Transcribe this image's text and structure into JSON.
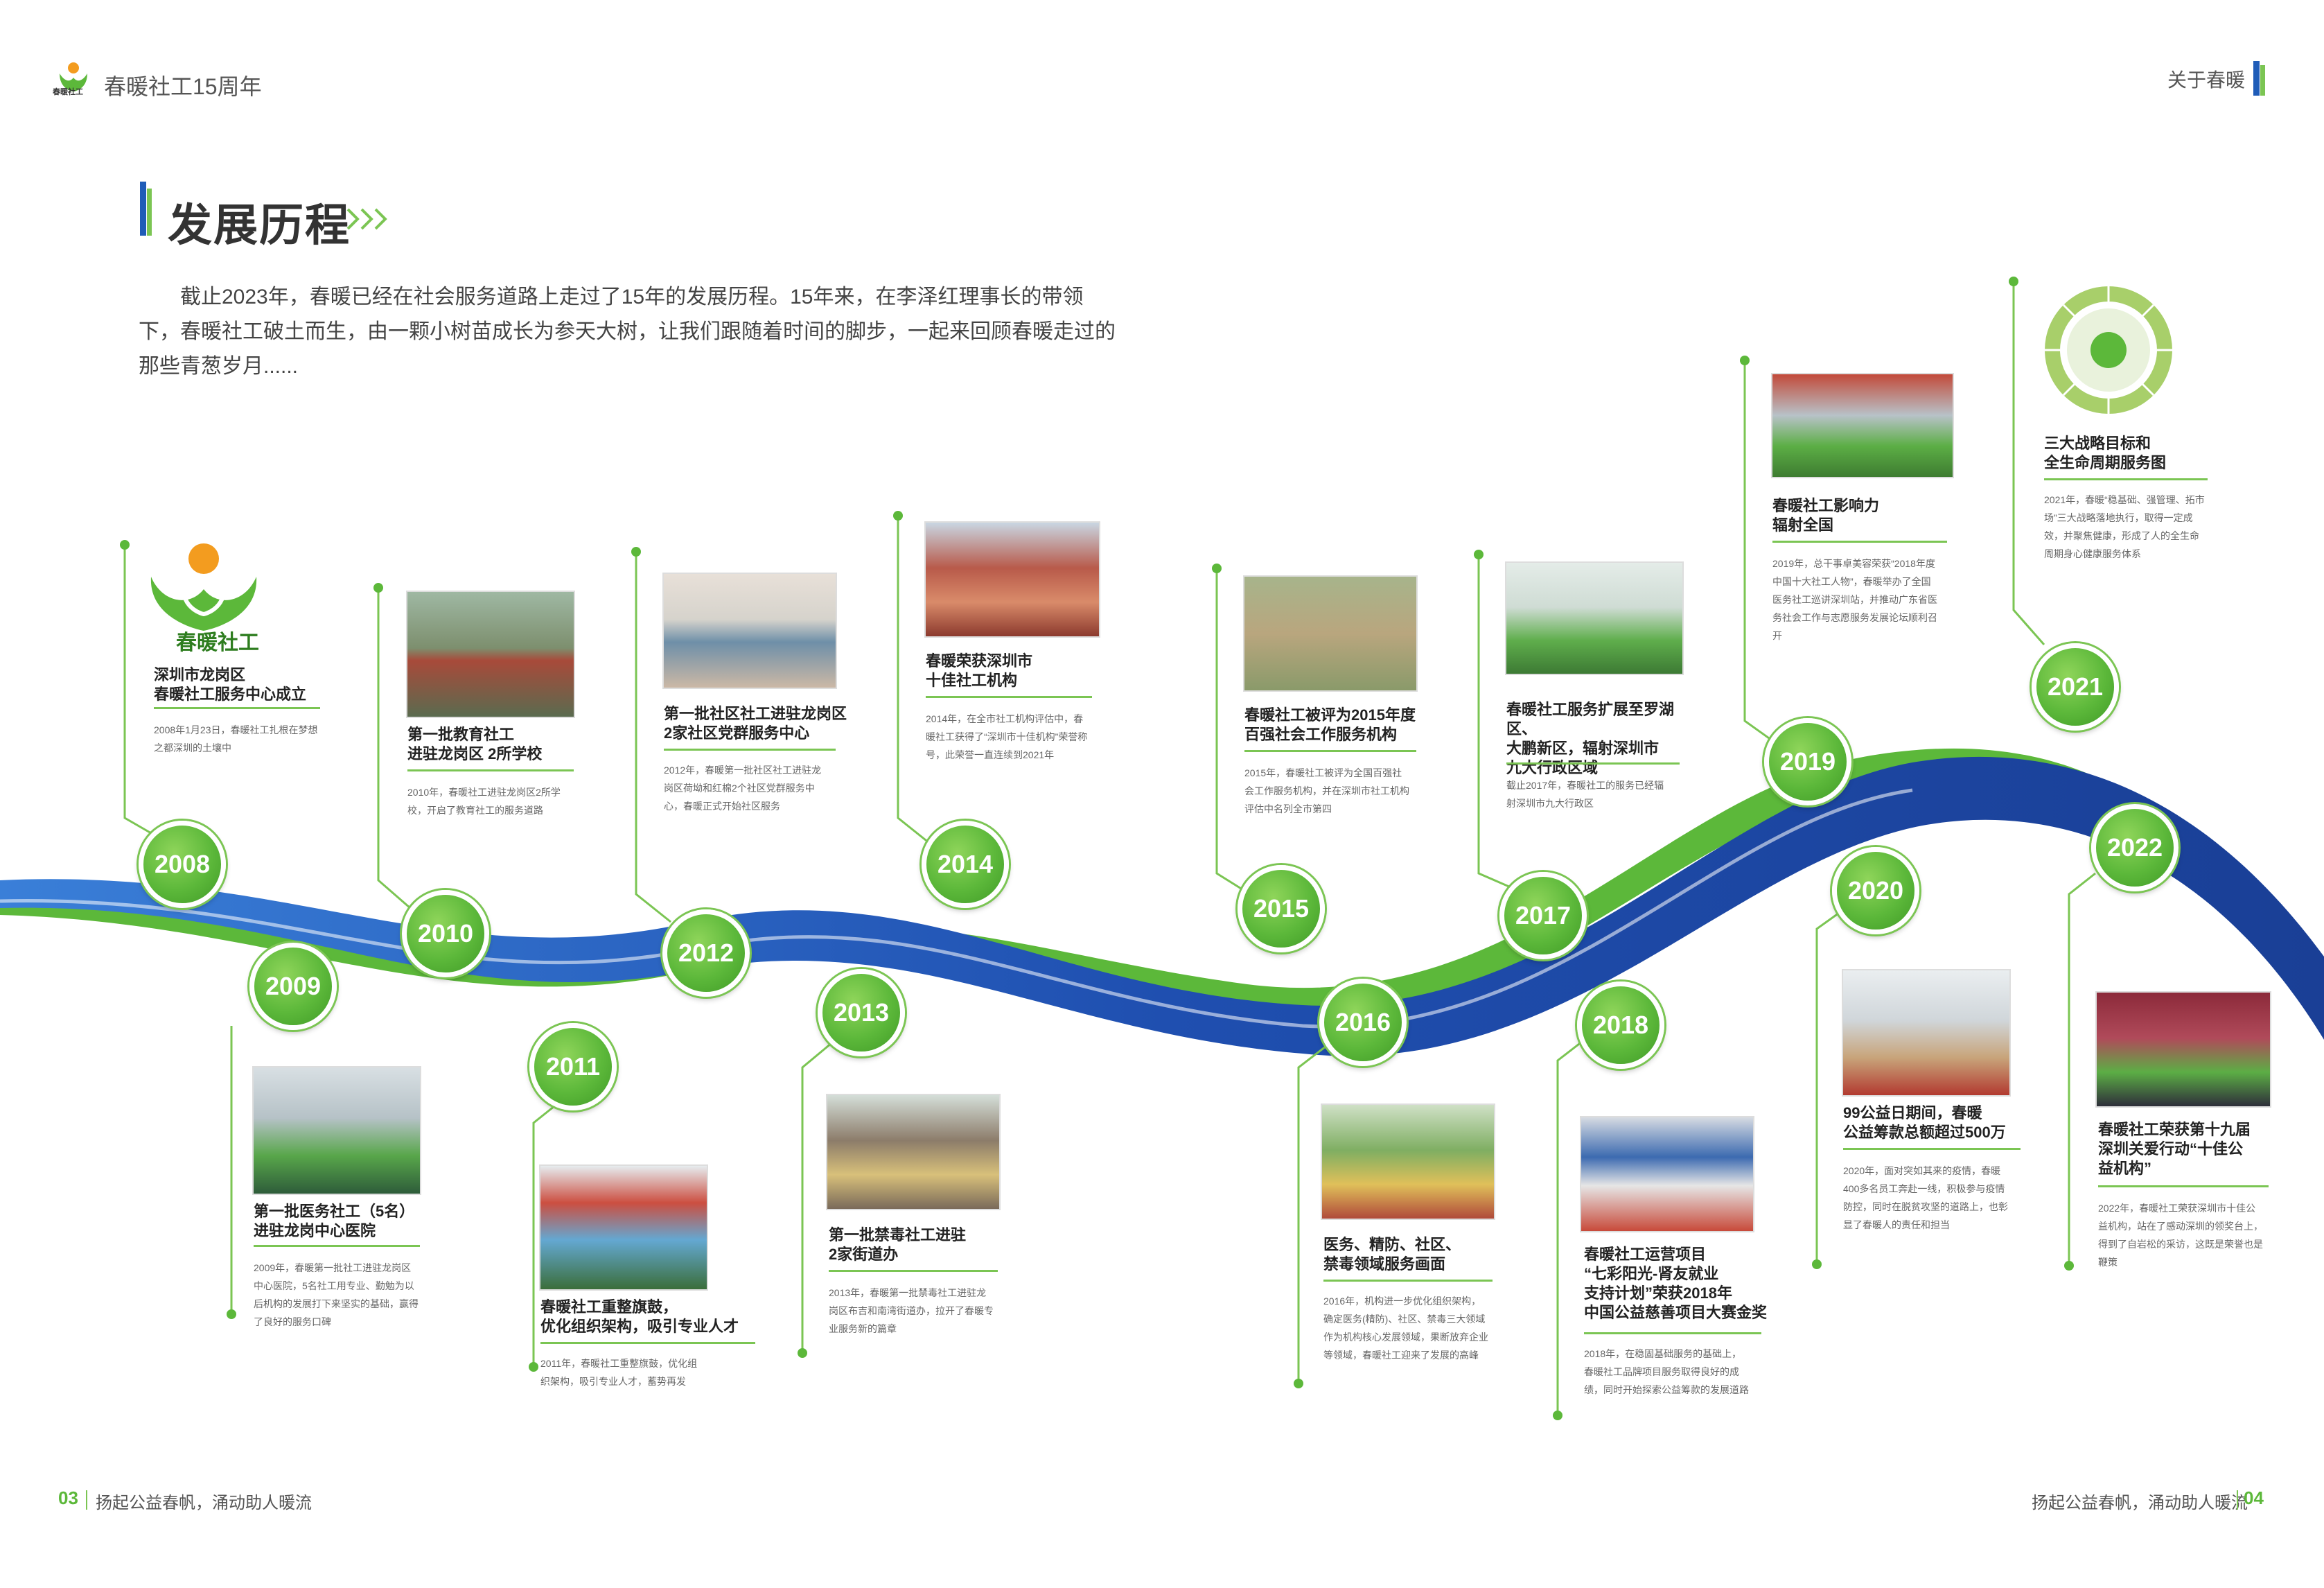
{
  "header": {
    "brand": "春暖社工",
    "title": "春暖社工15周年",
    "section_tag": "关于春暖"
  },
  "section": {
    "title": "发展历程",
    "intro": "截止2023年，春暖已经在社会服务道路上走过了15年的发展历程。15年来，在李泽红理事长的带领下，春暖社工破土而生，由一颗小树苗成长为参天大树，让我们跟随着时间的脚步，一起来回顾春暖走过的那些青葱岁月......"
  },
  "events": [
    {
      "year": "2008",
      "title": "深圳市龙岗区\n春暖社工服务中心成立",
      "desc": "2008年1月23日，春暖社工扎根在梦想之都深圳的土壤中"
    },
    {
      "year": "2009",
      "title": "第一批医务社工（5名）\n进驻龙岗中心医院",
      "desc": "2009年，春暖第一批社工进驻龙岗区中心医院，5名社工用专业、勤勉为以后机构的发展打下来坚实的基础，赢得了良好的服务口碑"
    },
    {
      "year": "2010",
      "title": "第一批教育社工\n进驻龙岗区 2所学校",
      "desc": "2010年，春暖社工进驻龙岗区2所学校，开启了教育社工的服务道路"
    },
    {
      "year": "2011",
      "title": "春暖社工重整旗鼓，\n优化组织架构，吸引专业人才",
      "desc": "2011年，春暖社工重整旗鼓，优化组织架构，吸引专业人才，蓄势再发"
    },
    {
      "year": "2012",
      "title": "第一批社区社工进驻龙岗区\n2家社区党群服务中心",
      "desc": "2012年，春暖第一批社区社工进驻龙岗区荷坳和红棉2个社区党群服务中心，春暖正式开始社区服务"
    },
    {
      "year": "2013",
      "title": "第一批禁毒社工进驻\n2家街道办",
      "desc": "2013年，春暖第一批禁毒社工进驻龙岗区布吉和南湾街道办，拉开了春暖专业服务新的篇章"
    },
    {
      "year": "2014",
      "title": "春暖荣获深圳市\n十佳社工机构",
      "desc": "2014年，在全市社工机构评估中，春暖社工获得了“深圳市十佳机构”荣誉称号，此荣誉一直连续到2021年"
    },
    {
      "year": "2015",
      "title": "春暖社工被评为2015年度\n百强社会工作服务机构",
      "desc": "2015年，春暖社工被评为全国百强社会工作服务机构，并在深圳市社工机构评估中名列全市第四"
    },
    {
      "year": "2016",
      "title": "医务、精防、社区、\n禁毒领域服务画面",
      "desc": "2016年，机构进一步优化组织架构，确定医务(精防)、社区、禁毒三大领域作为机构核心发展领域，果断放弃企业等领域，春暖社工迎来了发展的高峰"
    },
    {
      "year": "2017",
      "title": "春暖社工服务扩展至罗湖区、\n大鹏新区，辐射深圳市\n九大行政区域",
      "desc": "截止2017年，春暖社工的服务已经辐射深圳市九大行政区"
    },
    {
      "year": "2018",
      "title": "春暖社工运营项目\n“七彩阳光-肾友就业\n支持计划”荣获2018年\n中国公益慈善项目大赛金奖",
      "desc": "2018年，在稳固基础服务的基础上，春暖社工品牌项目服务取得良好的成绩，同时开始探索公益筹款的发展道路"
    },
    {
      "year": "2019",
      "title": "春暖社工影响力\n辐射全国",
      "desc": "2019年，总干事卓美容荣获“2018年度中国十大社工人物”，春暖举办了全国医务社工巡讲深圳站，并推动广东省医务社会工作与志愿服务发展论坛顺利召开"
    },
    {
      "year": "2020",
      "title": "99公益日期间，春暖\n公益筹款总额超过500万",
      "desc": "2020年，面对突如其来的疫情，春暖400多名员工奔赴一线，积极参与疫情防控，同时在脱贫攻坚的道路上，也彰显了春暖人的责任和担当"
    },
    {
      "year": "2021",
      "title": "三大战略目标和\n全生命周期服务图",
      "desc": "2021年，春暖“稳基础、强管理、拓市场”三大战略落地执行，取得一定成效，并聚焦健康，形成了人的全生命周期身心健康服务体系"
    },
    {
      "year": "2022",
      "title": "春暖社工荣获第十九届\n深圳关爱行动“十佳公\n益机构”",
      "desc": "2022年，春暖社工荣获深圳市十佳公益机构，站在了感动深圳的领奖台上，得到了自岩松的采访，这既是荣誉也是鞭策"
    }
  ],
  "footer": {
    "left_num": "03",
    "left_text": "扬起公益春帆，涌动助人暖流",
    "right_text": "扬起公益春帆，涌动助人暖流",
    "right_num": "04"
  },
  "colors": {
    "green": "#5cb83a",
    "blue": "#1f5cb8",
    "lightgreen": "#7bc553"
  }
}
